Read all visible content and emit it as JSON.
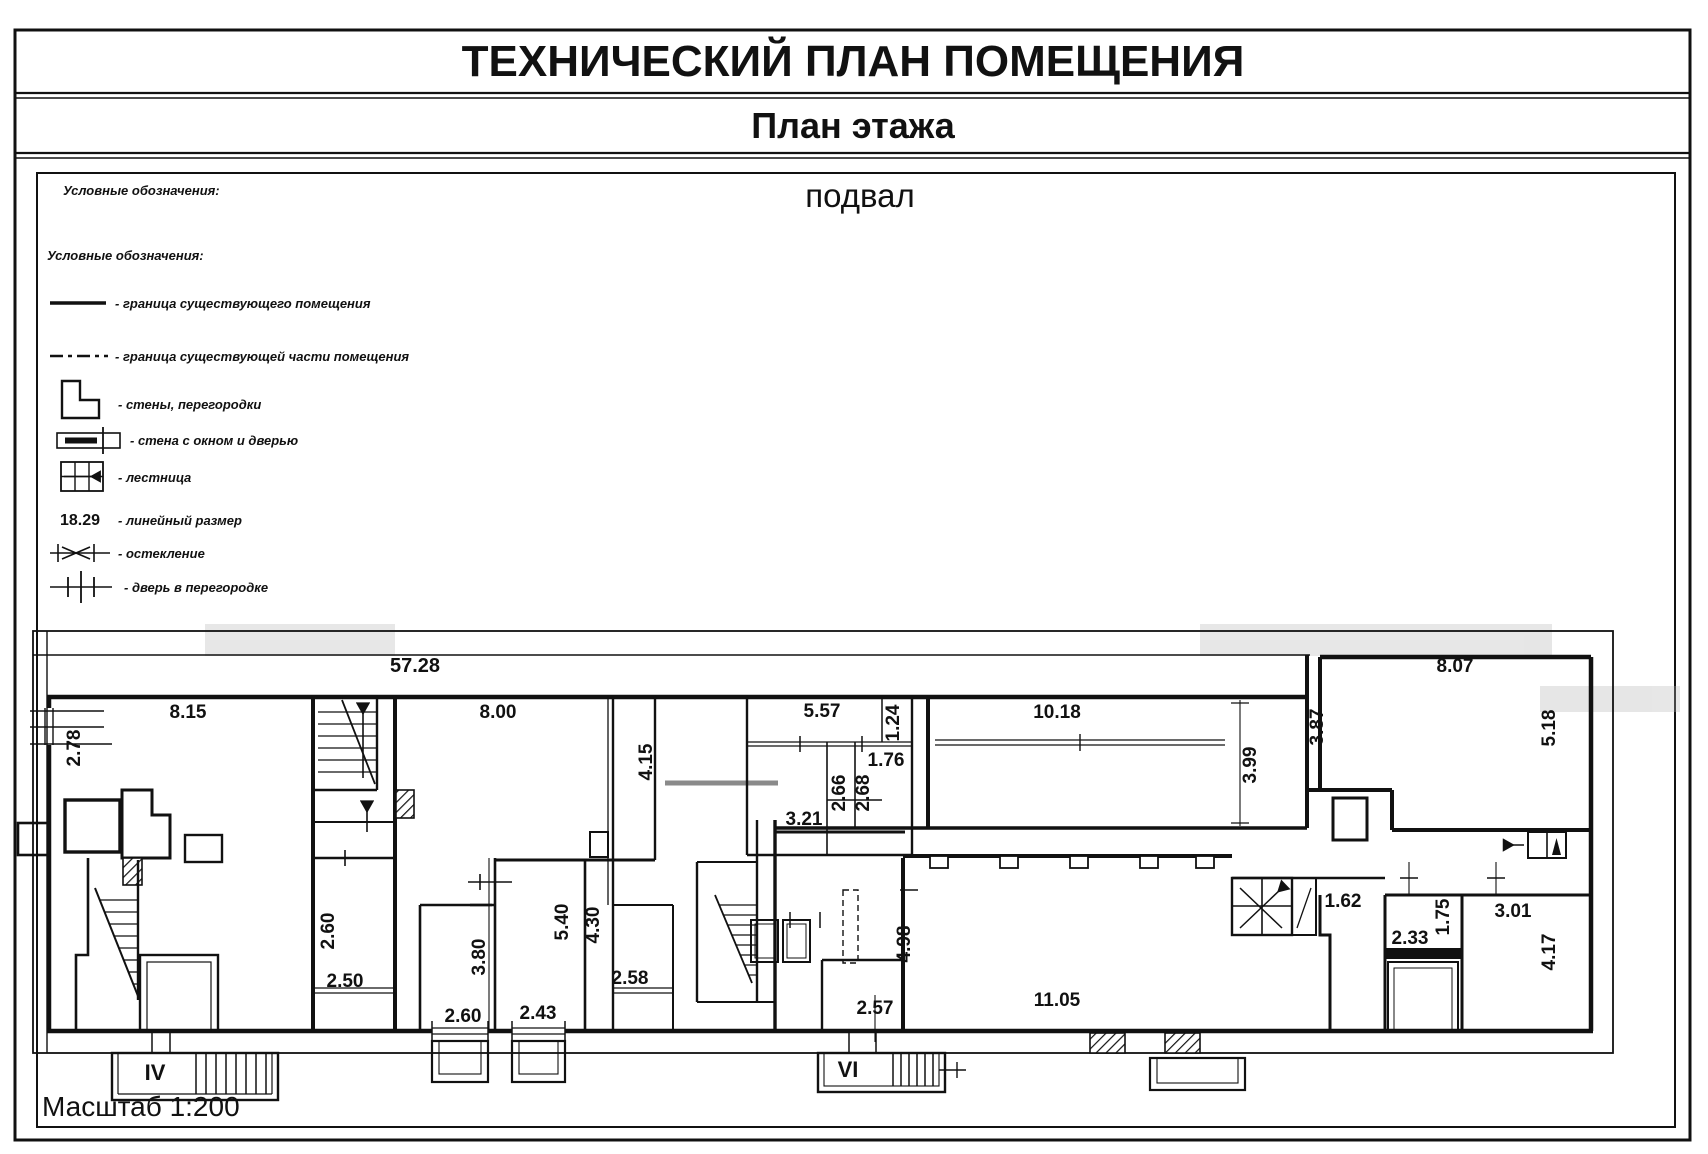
{
  "header": {
    "title": "ТЕХНИЧЕСКИЙ ПЛАН ПОМЕЩЕНИЯ",
    "subtitle": "План этажа",
    "floor_name": "подвал"
  },
  "legend": {
    "heading_top": "Условные обозначения:",
    "heading": "Условные обозначения:",
    "items": [
      {
        "symbol": "solid-line",
        "label": "- граница существующего помещения"
      },
      {
        "symbol": "dash-dot-line",
        "label": "- граница существующей части помещения"
      },
      {
        "symbol": "wall-corner",
        "label": "- стены, перегородки"
      },
      {
        "symbol": "wall-window-door",
        "label": "- стена с окном и дверью"
      },
      {
        "symbol": "stair-grid",
        "label": "- лестница"
      },
      {
        "symbol": "dimension-number",
        "symbol_text": "18.29",
        "label": "- линейный размер"
      },
      {
        "symbol": "glazing",
        "label": "- остекление"
      },
      {
        "symbol": "door-in-partition",
        "label": "- дверь в перегородке"
      }
    ]
  },
  "plan": {
    "dims": [
      "57.28",
      "8.15",
      "2.78",
      "8.00",
      "4.15",
      "5.57",
      "1.24",
      "1.76",
      "10.18",
      "3.99",
      "2.66",
      "2.68",
      "3.21",
      "8.07",
      "3.87",
      "5.18",
      "2.60",
      "2.50",
      "3.80",
      "5.40",
      "4.30",
      "2.58",
      "2.60",
      "2.43",
      "4.98",
      "2.57",
      "11.05",
      "1.62",
      "2.33",
      "1.75",
      "3.01",
      "4.17"
    ],
    "stair_labels": [
      "IV",
      "VI"
    ]
  },
  "footer": {
    "scale_label": "Масштаб 1:200"
  },
  "colors": {
    "ink": "#111111",
    "paper": "#ffffff",
    "watermark": "#b4b4b4"
  }
}
